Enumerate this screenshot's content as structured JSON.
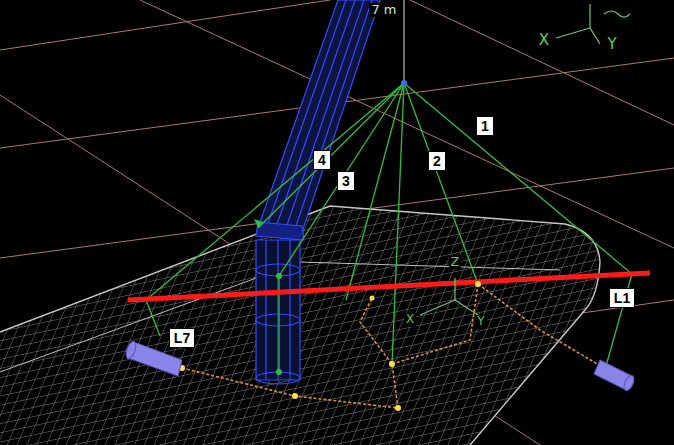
{
  "diagram": {
    "nodes": [
      {
        "text": [
          "1"
        ]
      },
      {
        "text": [
          "2"
        ]
      },
      {
        "text": [
          "3"
        ]
      },
      {
        "text": [
          "4"
        ]
      },
      {
        "text": [
          "L7"
        ]
      },
      {
        "text": [
          "L1"
        ]
      }
    ],
    "labels": [
      "7 m",
      "X",
      "Y",
      "Z",
      "X",
      "Y"
    ]
  }
}
